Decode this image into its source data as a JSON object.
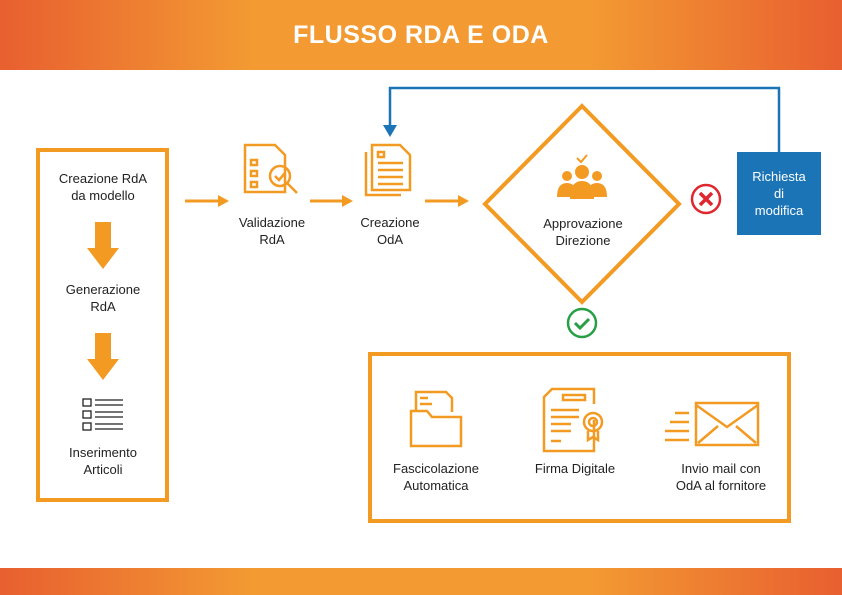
{
  "title": "FLUSSO RDA E ODA",
  "left_steps": [
    "Creazione RdA\nda modello",
    "Generazione\nRdA",
    "Inserimento\nArticoli"
  ],
  "flow": {
    "validazione": "Validazione\nRdA",
    "creazione_oda": "Creazione\nOdA",
    "approvazione": "Approvazione\nDirezione",
    "richiesta": "Richiesta\ndi\nmodifica"
  },
  "outputs": [
    "Fascicolazione\nAutomatica",
    "Firma Digitale",
    "Invio mail con\nOdA al fornitore"
  ],
  "colors": {
    "orange": "#f39a23",
    "blue": "#1b74b6",
    "red": "#e0262f",
    "green": "#27a045"
  }
}
